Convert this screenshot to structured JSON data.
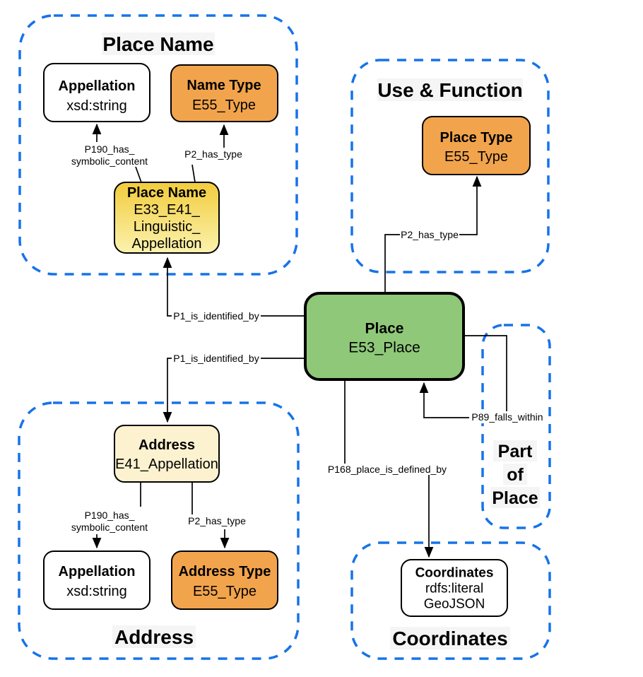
{
  "colors": {
    "group_border": "#1673E8",
    "edge": "#000000",
    "node_green": "#8FC879",
    "node_orange": "#F2A44D",
    "node_cream": "#FCF2CF",
    "node_white": "#FFFFFF",
    "gold_top": "#F2CC3C",
    "gold_bottom": "#FBF2AE",
    "title_bg": "#F5F5F6"
  },
  "groups": {
    "place_name": {
      "title": "Place Name"
    },
    "use_function": {
      "title": "Use & Function"
    },
    "part_of_place": {
      "line1": "Part",
      "line2": "of",
      "line3": "Place"
    },
    "address": {
      "title": "Address"
    },
    "coordinates": {
      "title": "Coordinates"
    }
  },
  "nodes": {
    "appellation_name": {
      "title": "Appellation",
      "subtitle": "xsd:string"
    },
    "name_type": {
      "title": "Name Type",
      "subtitle": "E55_Type"
    },
    "place_name": {
      "title": "Place Name",
      "line2": "E33_E41_",
      "line3": "Linguistic_",
      "line4": "Appellation"
    },
    "place_type": {
      "title": "Place Type",
      "subtitle": "E55_Type"
    },
    "place": {
      "title": "Place",
      "subtitle": "E53_Place"
    },
    "address": {
      "title": "Address",
      "subtitle": "E41_Appellation"
    },
    "appellation_address": {
      "title": "Appellation",
      "subtitle": "xsd:string"
    },
    "address_type": {
      "title": "Address Type",
      "subtitle": "E55_Type"
    },
    "coordinates": {
      "title": "Coordinates",
      "line2": "rdfs:literal",
      "line3": "GeoJSON"
    }
  },
  "edges": {
    "p190_name": {
      "line1": "P190_has_",
      "line2": "symbolic_content"
    },
    "p2_name_type": {
      "label": "P2_has_type"
    },
    "p1_place_name": {
      "label": "P1_is_identified_by"
    },
    "p1_address": {
      "label": "P1_is_identified_by"
    },
    "p2_place_type": {
      "label": "P2_has_type"
    },
    "p168_coordinates": {
      "label": "P168_place_is_defined_by"
    },
    "p89_falls_within": {
      "label": "P89_falls_within"
    },
    "p190_address": {
      "line1": "P190_has_",
      "line2": "symbolic_content"
    },
    "p2_address_type": {
      "label": "P2_has_type"
    }
  }
}
